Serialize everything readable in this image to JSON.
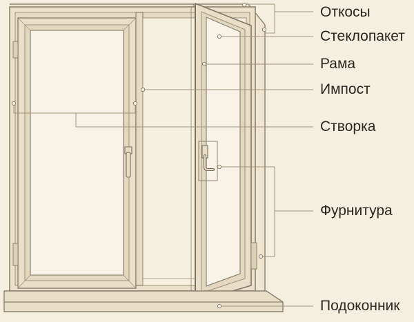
{
  "colors": {
    "background": "#f5efdf",
    "frame_fill": "#ece2cc",
    "frame_inner": "#e6dbc2",
    "glass": "#f8f3e6",
    "stroke": "#8b806c",
    "leader": "#a09479",
    "text": "#2a2620"
  },
  "labels": [
    {
      "id": "otkosy",
      "text": "Откосы"
    },
    {
      "id": "steklopaket",
      "text": "Стеклопакет"
    },
    {
      "id": "rama",
      "text": "Рама"
    },
    {
      "id": "impost",
      "text": "Импост"
    },
    {
      "id": "stvorka",
      "text": "Створка"
    },
    {
      "id": "furnitura",
      "text": "Фурнитура"
    },
    {
      "id": "podokonnik",
      "text": "Подоконник"
    }
  ]
}
